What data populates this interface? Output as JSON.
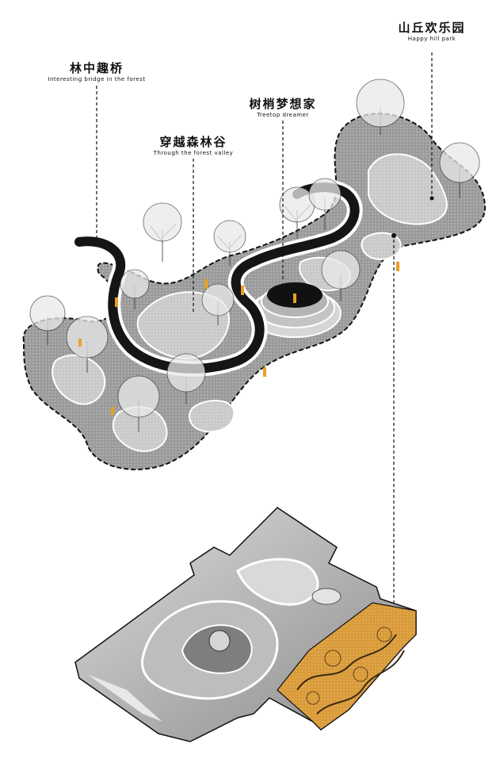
{
  "labels": [
    {
      "id": "bridge",
      "cn": "林中趣桥",
      "en": "Interesting bridge in the forest"
    },
    {
      "id": "valley",
      "cn": "穿越森林谷",
      "en": "Through the forest valley"
    },
    {
      "id": "dreamer",
      "cn": "树梢梦想家",
      "en": "Treetop dreamer"
    },
    {
      "id": "hill",
      "cn": "山丘欢乐园",
      "en": "Happy hill park"
    }
  ],
  "colors": {
    "ground": "#8d8d8d",
    "ground_light": "#cfcfcf",
    "paving": "#b0b0b0",
    "bridge": "#151515",
    "accent": "#e8a024",
    "orange_zone": "#d99a3a",
    "outline": "#111111"
  },
  "icons": [
    "tree-icon",
    "person-icon"
  ]
}
